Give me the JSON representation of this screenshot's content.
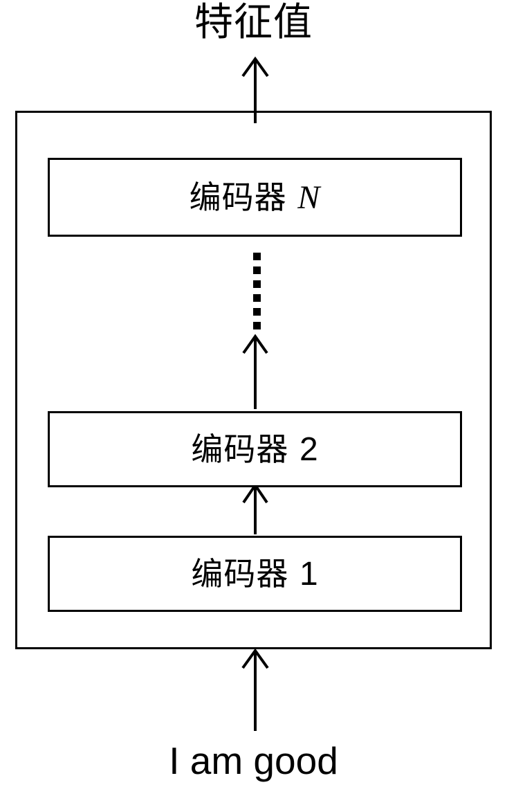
{
  "diagram": {
    "type": "flow-diagram",
    "title": "Transformer encoder stack",
    "output_label": "特征值",
    "input_label": "I am good",
    "container": {
      "name": "encoder-stack"
    },
    "encoders": [
      {
        "id": "encoder-n",
        "prefix": "编码器",
        "index": "N",
        "index_style": "italic"
      },
      {
        "id": "encoder-2",
        "prefix": "编码器",
        "index": "2",
        "index_style": "plain"
      },
      {
        "id": "encoder-1",
        "prefix": "编码器",
        "index": "1",
        "index_style": "plain"
      }
    ],
    "ellipsis": {
      "name": "vertical-ellipsis",
      "dot_count": 6
    },
    "arrows": [
      {
        "name": "arrow-output",
        "from": "encoder-stack",
        "to": "特征值",
        "direction": "up"
      },
      {
        "name": "arrow-ellipsis-to-encoder-n",
        "from": "编码器 2",
        "to": "编码器 N",
        "direction": "up"
      },
      {
        "name": "arrow-encoder1-to-encoder2",
        "from": "编码器 1",
        "to": "编码器 2",
        "direction": "up"
      },
      {
        "name": "arrow-input",
        "from": "I am good",
        "to": "encoder-stack",
        "direction": "up"
      }
    ],
    "colors": {
      "stroke": "#000000",
      "background": "#ffffff",
      "text": "#000000"
    }
  }
}
